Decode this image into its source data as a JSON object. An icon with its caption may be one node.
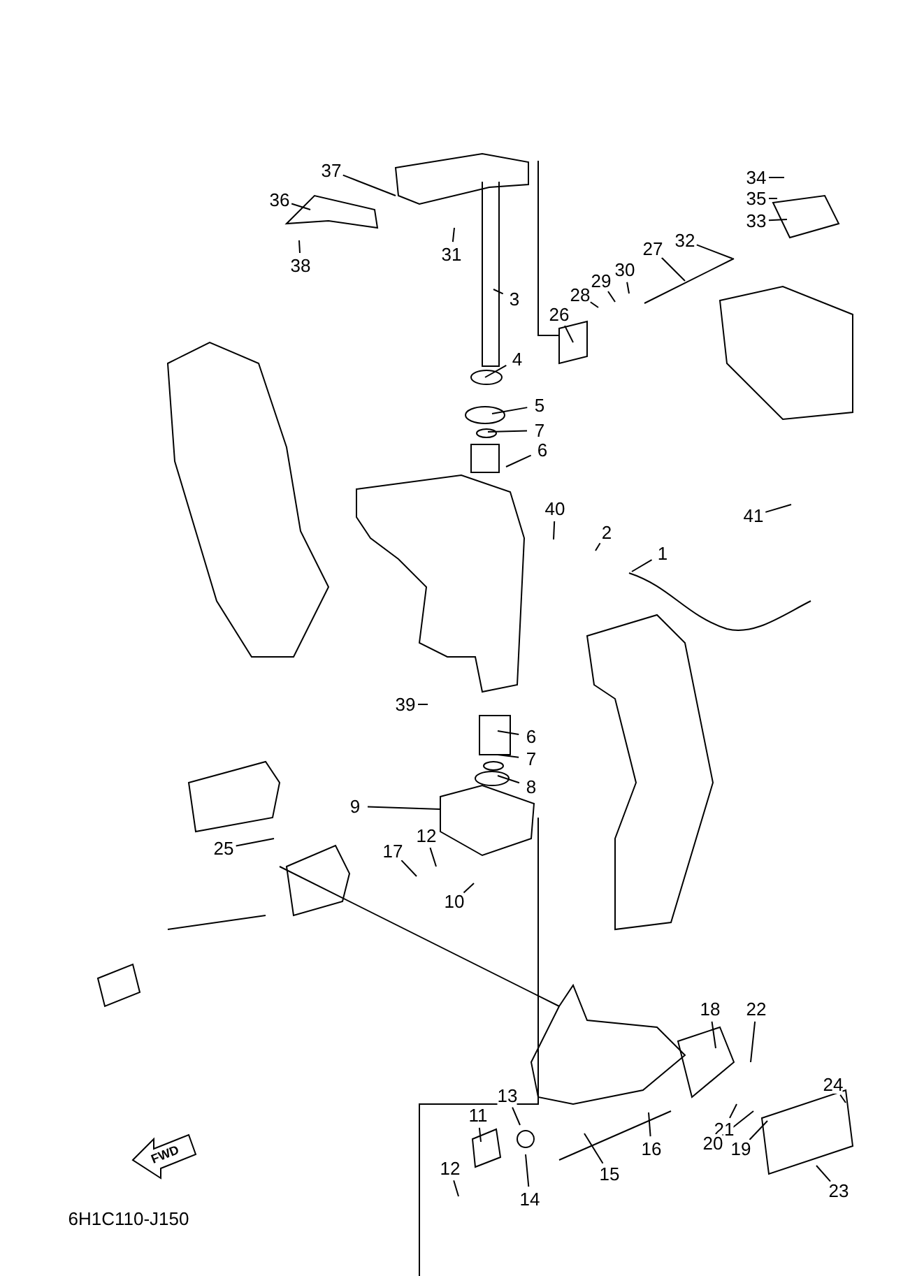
{
  "diagram": {
    "nodes": [
      {
        "text": [
          "37"
        ]
      },
      {
        "text": [
          "36"
        ]
      },
      {
        "text": [
          "34"
        ]
      },
      {
        "text": [
          "35"
        ]
      },
      {
        "text": [
          "33"
        ]
      },
      {
        "text": [
          "32"
        ]
      },
      {
        "text": [
          "31"
        ]
      },
      {
        "text": [
          "27"
        ]
      },
      {
        "text": [
          "30"
        ]
      },
      {
        "text": [
          "38"
        ]
      },
      {
        "text": [
          "29"
        ]
      },
      {
        "text": [
          "28"
        ]
      },
      {
        "text": [
          "3"
        ]
      },
      {
        "text": [
          "26"
        ]
      },
      {
        "text": [
          "4"
        ]
      },
      {
        "text": [
          "5"
        ]
      },
      {
        "text": [
          "7"
        ]
      },
      {
        "text": [
          "6"
        ]
      },
      {
        "text": [
          "41"
        ]
      },
      {
        "text": [
          "40"
        ]
      },
      {
        "text": [
          "2"
        ]
      },
      {
        "text": [
          "1"
        ]
      },
      {
        "text": [
          "39"
        ]
      },
      {
        "text": [
          "6"
        ]
      },
      {
        "text": [
          "7"
        ]
      },
      {
        "text": [
          "8"
        ]
      },
      {
        "text": [
          "9"
        ]
      },
      {
        "text": [
          "12"
        ]
      },
      {
        "text": [
          "25"
        ]
      },
      {
        "text": [
          "17"
        ]
      },
      {
        "text": [
          "10"
        ]
      },
      {
        "text": [
          "18"
        ]
      },
      {
        "text": [
          "22"
        ]
      },
      {
        "text": [
          "24"
        ]
      },
      {
        "text": [
          "13"
        ]
      },
      {
        "text": [
          "11"
        ]
      },
      {
        "text": [
          "21"
        ]
      },
      {
        "text": [
          "20"
        ]
      },
      {
        "text": [
          "16"
        ]
      },
      {
        "text": [
          "19"
        ]
      },
      {
        "text": [
          "15"
        ]
      },
      {
        "text": [
          "12"
        ]
      },
      {
        "text": [
          "23"
        ]
      },
      {
        "text": [
          "14"
        ]
      }
    ],
    "edges": [
      {
        "from": 0,
        "to": null,
        "arrow": "none"
      },
      {
        "from": 1,
        "to": null,
        "arrow": "none"
      },
      {
        "from": 2,
        "to": null,
        "arrow": "none"
      },
      {
        "from": 3,
        "to": null,
        "arrow": "none"
      },
      {
        "from": 4,
        "to": null,
        "arrow": "none"
      },
      {
        "from": 5,
        "to": null,
        "arrow": "none"
      },
      {
        "from": 6,
        "to": null,
        "arrow": "none"
      },
      {
        "from": 7,
        "to": null,
        "arrow": "none"
      },
      {
        "from": 8,
        "to": null,
        "arrow": "none"
      },
      {
        "from": 9,
        "to": null,
        "arrow": "none"
      },
      {
        "from": 10,
        "to": null,
        "arrow": "none"
      },
      {
        "from": 11,
        "to": null,
        "arrow": "none"
      },
      {
        "from": 12,
        "to": null,
        "arrow": "none"
      },
      {
        "from": 13,
        "to": null,
        "arrow": "none"
      },
      {
        "from": 14,
        "to": null,
        "arrow": "none"
      },
      {
        "from": 15,
        "to": null,
        "arrow": "none"
      },
      {
        "from": 16,
        "to": null,
        "arrow": "none"
      },
      {
        "from": 17,
        "to": null,
        "arrow": "none"
      },
      {
        "from": 18,
        "to": null,
        "arrow": "none"
      },
      {
        "from": 19,
        "to": null,
        "arrow": "none"
      },
      {
        "from": 20,
        "to": null,
        "arrow": "none"
      },
      {
        "from": 21,
        "to": null,
        "arrow": "none"
      },
      {
        "from": 22,
        "to": null,
        "arrow": "none"
      },
      {
        "from": 23,
        "to": null,
        "arrow": "none"
      },
      {
        "from": 24,
        "to": null,
        "arrow": "none"
      },
      {
        "from": 25,
        "to": null,
        "arrow": "none"
      },
      {
        "from": 26,
        "to": null,
        "arrow": "none"
      },
      {
        "from": 27,
        "to": null,
        "arrow": "none"
      },
      {
        "from": 28,
        "to": null,
        "arrow": "none"
      },
      {
        "from": 29,
        "to": null,
        "arrow": "none"
      },
      {
        "from": 30,
        "to": null,
        "arrow": "none"
      },
      {
        "from": 31,
        "to": null,
        "arrow": "none"
      },
      {
        "from": 32,
        "to": null,
        "arrow": "none"
      },
      {
        "from": 33,
        "to": null,
        "arrow": "none"
      },
      {
        "from": 34,
        "to": null,
        "arrow": "none"
      },
      {
        "from": 35,
        "to": null,
        "arrow": "none"
      },
      {
        "from": 36,
        "to": null,
        "arrow": "none"
      },
      {
        "from": 37,
        "to": null,
        "arrow": "none"
      },
      {
        "from": 38,
        "to": null,
        "arrow": "none"
      },
      {
        "from": 39,
        "to": null,
        "arrow": "none"
      },
      {
        "from": 40,
        "to": null,
        "arrow": "none"
      },
      {
        "from": 41,
        "to": null,
        "arrow": "none"
      },
      {
        "from": 42,
        "to": null,
        "arrow": "none"
      },
      {
        "from": 43,
        "to": null,
        "arrow": "none"
      }
    ],
    "labels": [
      "FWD",
      "6H1C110-J150"
    ]
  }
}
